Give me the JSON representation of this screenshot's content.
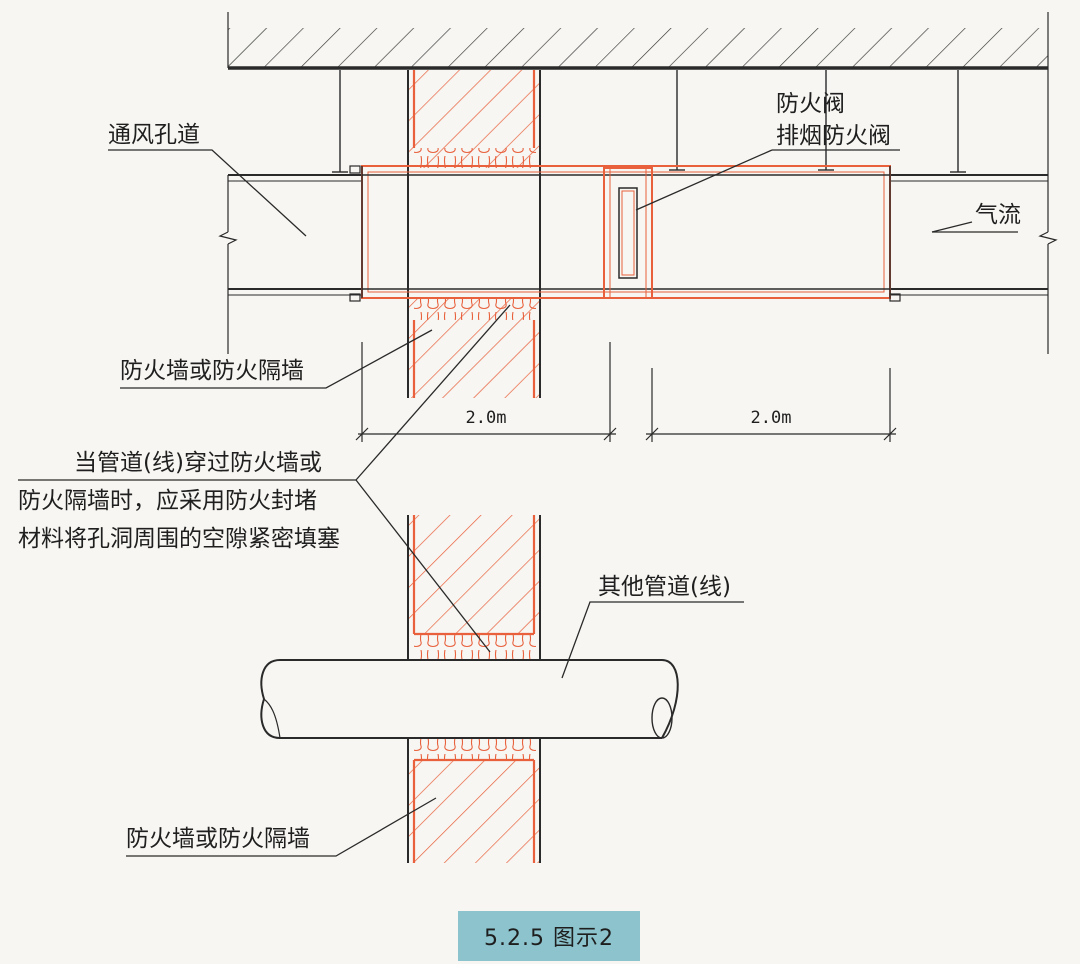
{
  "labels": {
    "duct_opening": "通风孔道",
    "fire_damper": "防火阀",
    "smoke_exhaust_damper": "排烟防火阀",
    "airflow": "气流",
    "firewall_top": "防火墙或防火隔墙",
    "dimension_left": "2.0m",
    "dimension_right": "2.0m",
    "note_line1": "当管道(线)穿过防火墙或",
    "note_line2": "防火隔墙时，应采用防火封堵",
    "note_line3": "材料将孔洞周围的空隙紧密填塞",
    "other_pipe": "其他管道(线)",
    "firewall_bottom": "防火墙或防火隔墙"
  },
  "caption": "5.2.5  图示2",
  "colors": {
    "line": "#2a2a2a",
    "accent": "#e8603c",
    "caption_bg": "#8cc3cc",
    "paper": "#f7f6f2"
  }
}
